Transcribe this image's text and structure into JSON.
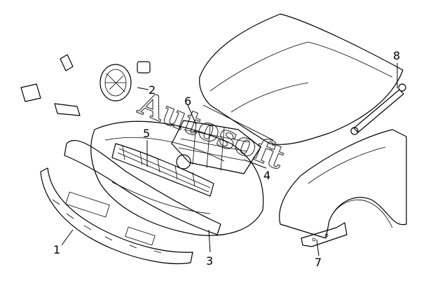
{
  "callouts": [
    "1",
    "2",
    "3",
    "4",
    "5",
    "6",
    "7",
    "8"
  ],
  "watermark": "Autosoft",
  "colors": {
    "line": "#000000",
    "background": "#ffffff"
  }
}
